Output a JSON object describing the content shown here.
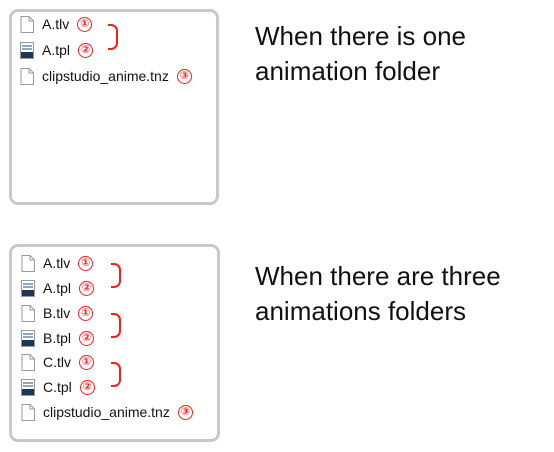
{
  "colors": {
    "marker": "#ff1a1a",
    "panel_border": "#c8c8c8"
  },
  "one_folder": {
    "caption_line1": "When there is one",
    "caption_line2": "animation folder",
    "files": [
      {
        "icon": "document-icon",
        "name": "A.tlv",
        "marker": "①"
      },
      {
        "icon": "image-file-icon",
        "name": "A.tpl",
        "marker": "②"
      },
      {
        "icon": "document-icon",
        "name": "clipstudio_anime.tnz",
        "marker": "③"
      }
    ]
  },
  "three_folders": {
    "caption_line1": "When there are three",
    "caption_line2": "animations folders",
    "files": [
      {
        "icon": "document-icon",
        "name": "A.tlv",
        "marker": "①"
      },
      {
        "icon": "image-file-icon",
        "name": "A.tpl",
        "marker": "②"
      },
      {
        "icon": "document-icon",
        "name": "B.tlv",
        "marker": "①"
      },
      {
        "icon": "image-file-icon",
        "name": "B.tpl",
        "marker": "②"
      },
      {
        "icon": "document-icon",
        "name": "C.tlv",
        "marker": "①"
      },
      {
        "icon": "image-file-icon",
        "name": "C.tpl",
        "marker": "②"
      },
      {
        "icon": "document-icon",
        "name": "clipstudio_anime.tnz",
        "marker": "③"
      }
    ]
  }
}
